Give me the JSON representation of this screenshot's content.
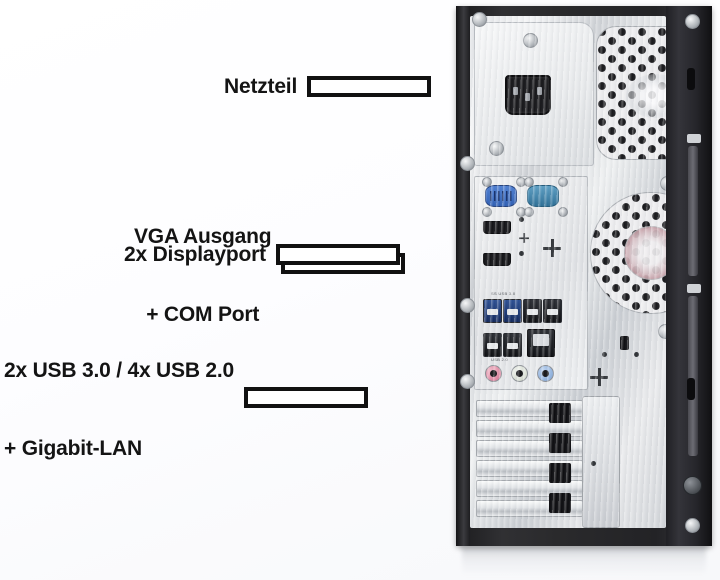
{
  "image": {
    "subject": "PC tower rear panel with annotated port callouts",
    "language": "de"
  },
  "callouts": [
    {
      "id": "netzteil",
      "label": "Netzteil",
      "lines": [
        "Netzteil"
      ],
      "align": "right",
      "pointer": "pointer-box"
    },
    {
      "id": "vga-com",
      "label": "VGA Ausgang + COM Port",
      "lines": [
        "VGA Ausgang",
        "+ COM Port"
      ],
      "align": "center",
      "pointer": "pointer-box"
    },
    {
      "id": "displayport",
      "label": "2x Displayport",
      "lines": [
        "2x Displayport"
      ],
      "align": "right",
      "pointer": "pointer-box"
    },
    {
      "id": "usb-lan",
      "label": "2x USB 3.0 / 4x USB 2.0 + Gigabit-LAN",
      "lines": [
        "2x USB 3.0 / 4x USB 2.0",
        "+ Gigabit-LAN"
      ],
      "align": "left",
      "pointer": "pointer-box"
    }
  ],
  "callout_text": {
    "netzteil": "Netzteil",
    "vga_line1": "VGA Ausgang",
    "vga_line2": "+ COM Port",
    "displayport": "2x Displayport",
    "usb_line1": "2x USB 3.0 / 4x USB 2.0",
    "usb_line2": "+ Gigabit-LAN"
  },
  "tower": {
    "view": "rear",
    "psu": {
      "power_socket": "iec-c14-power-socket",
      "fan_grille": "psu-hex-fan-grille"
    },
    "case_fan": {
      "grille": "case-hex-fan-grille",
      "hub": "fan-hub-label"
    },
    "io_panel": {
      "ports": [
        {
          "name": "vga-port",
          "label": "VGA",
          "color": "#3f6fc4",
          "count": 1
        },
        {
          "name": "serial-com-port",
          "label": "COM",
          "color": "#4a86ad",
          "count": 1
        },
        {
          "name": "displayport-1",
          "label": "DisplayPort",
          "color": "#141417",
          "count": 1
        },
        {
          "name": "displayport-2",
          "label": "DisplayPort",
          "color": "#141417",
          "count": 1
        },
        {
          "name": "usb-3-0-port",
          "label": "USB 3.0",
          "color": "#20407e",
          "count": 2
        },
        {
          "name": "usb-2-0-port",
          "label": "USB 2.0",
          "color": "#1b1d21",
          "count": 4
        },
        {
          "name": "ethernet-rj45-port",
          "label": "Gigabit-LAN",
          "color": "#1b1d21",
          "count": 1
        },
        {
          "name": "audio-jack-mic",
          "label": "Mic",
          "color": "#d4718f",
          "count": 1
        },
        {
          "name": "audio-jack-line-out",
          "label": "Line Out",
          "color": "#cdd4c6",
          "count": 1
        },
        {
          "name": "audio-jack-line-in",
          "label": "Line In",
          "color": "#7da4d6",
          "count": 1
        }
      ],
      "captions": {
        "usb30": "SS USB 3.0",
        "usb20": "USB 2.0"
      }
    },
    "expansion_slots": {
      "count": 6,
      "type": "pci-slot-cover"
    }
  },
  "colors": {
    "background": "#ffffff",
    "text": "#141414",
    "pointer_outline": "#111111",
    "bezel": "#26262a",
    "chassis": "#dfe2e5"
  }
}
